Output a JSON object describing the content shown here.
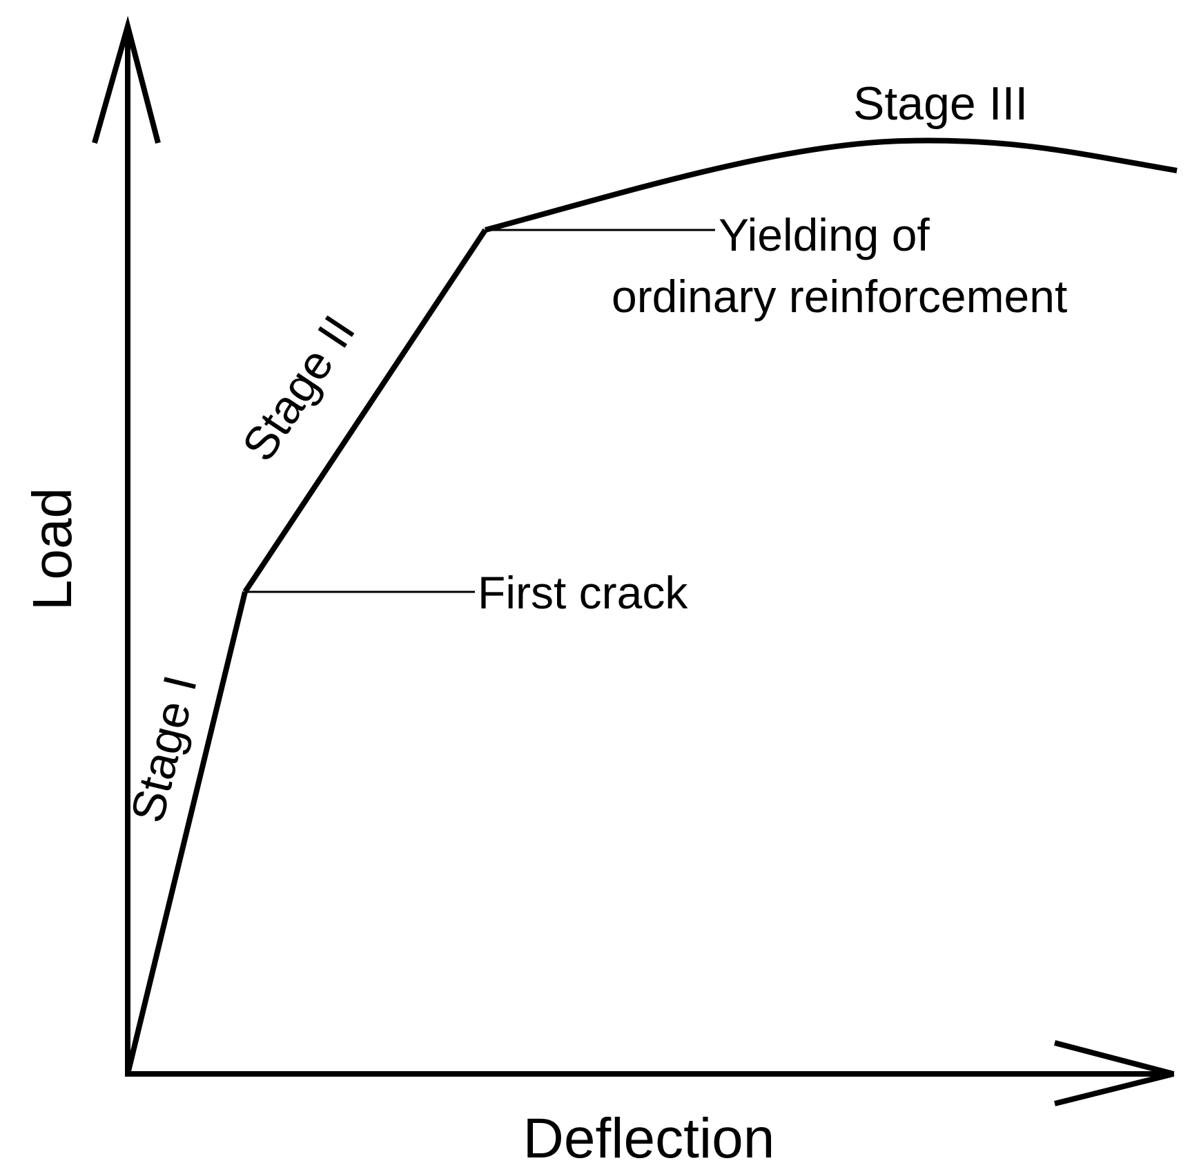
{
  "diagram": {
    "y_axis_label": "Load",
    "x_axis_label": "Deflection",
    "stages": {
      "stage_1": "Stage I",
      "stage_2": "Stage II",
      "stage_3": "Stage III"
    },
    "annotations": {
      "first_crack": "First crack",
      "yielding_line_1": "Yielding of",
      "yielding_line_2": "ordinary reinforcement"
    },
    "colors": {
      "ink": "#000000",
      "background": "#ffffff"
    }
  }
}
